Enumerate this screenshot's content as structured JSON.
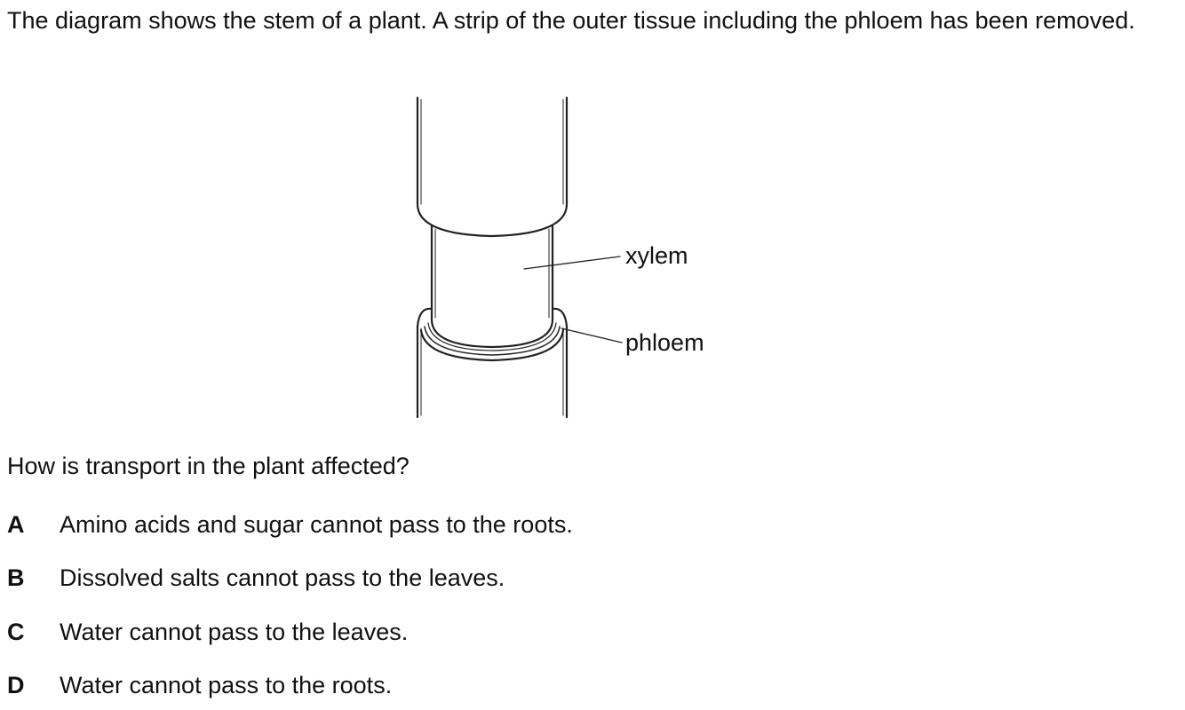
{
  "question": {
    "stem": "The diagram shows the stem of a plant. A strip of the outer tissue including the phloem has been removed.",
    "prompt": "How is transport in the plant affected?"
  },
  "diagram": {
    "labels": {
      "xylem": "xylem",
      "phloem": "phloem"
    }
  },
  "options": [
    {
      "letter": "A",
      "text": "Amino acids and sugar cannot pass to the roots."
    },
    {
      "letter": "B",
      "text": "Dissolved salts cannot pass to the leaves."
    },
    {
      "letter": "C",
      "text": "Water cannot pass to the leaves."
    },
    {
      "letter": "D",
      "text": "Water cannot pass to the roots."
    }
  ]
}
